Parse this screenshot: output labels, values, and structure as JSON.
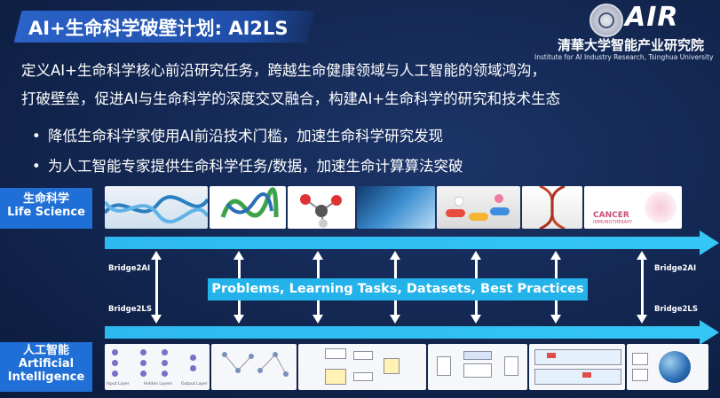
{
  "header": {
    "title": "AI+生命科学破壁计划: AI2LS"
  },
  "logos": {
    "brand": "AIR",
    "institute_cn": "清華大学智能产业研究院",
    "institute_en": "Institute for AI Industry Research, Tsinghua University"
  },
  "intro": {
    "line1": "定义AI+生命科学核心前沿研究任务，跨越生命健康领域与人工智能的领域鸿沟，",
    "line2": "打破壁垒，促进AI与生命科学的深度交叉融合，构建AI+生命科学的研究和技术生态"
  },
  "bullets": [
    "降低生命科学家使用AI前沿技术门槛，加速生命科学研究发现",
    "为人工智能专家提供生命科学任务/数据，加速生命计算算法突破"
  ],
  "life_science": {
    "label_cn": "生命科学",
    "label_en": "Life Science",
    "images": [
      "dna-helix",
      "protein-structure",
      "molecule-model",
      "dna-research",
      "pills",
      "dna-strand",
      "cancer-immunotherapy"
    ],
    "cancer_caption": "CANCER",
    "cancer_sub": "IMMUNOTHERAPY"
  },
  "ai": {
    "label_cn": "人工智能",
    "label_en_1": "Artificial",
    "label_en_2": "Intelligence",
    "diagrams": [
      "neural-network",
      "graph-network",
      "gan-diagram",
      "transformer-diagram",
      "pipeline-diagram",
      "earth-globe"
    ],
    "nn_labels": [
      "Input Layer",
      "Hidden Layers",
      "Output Layer"
    ]
  },
  "bridge": {
    "left_top": "Bridge2AI",
    "left_bottom": "Bridge2LS",
    "right_top": "Bridge2AI",
    "right_bottom": "Bridge2LS",
    "center": "Problems, Learning Tasks, Datasets, Best Practices"
  },
  "colors": {
    "accent_blue": "#1f6fd6",
    "arrow_cyan": "#35c6f5",
    "background": "#122650"
  }
}
